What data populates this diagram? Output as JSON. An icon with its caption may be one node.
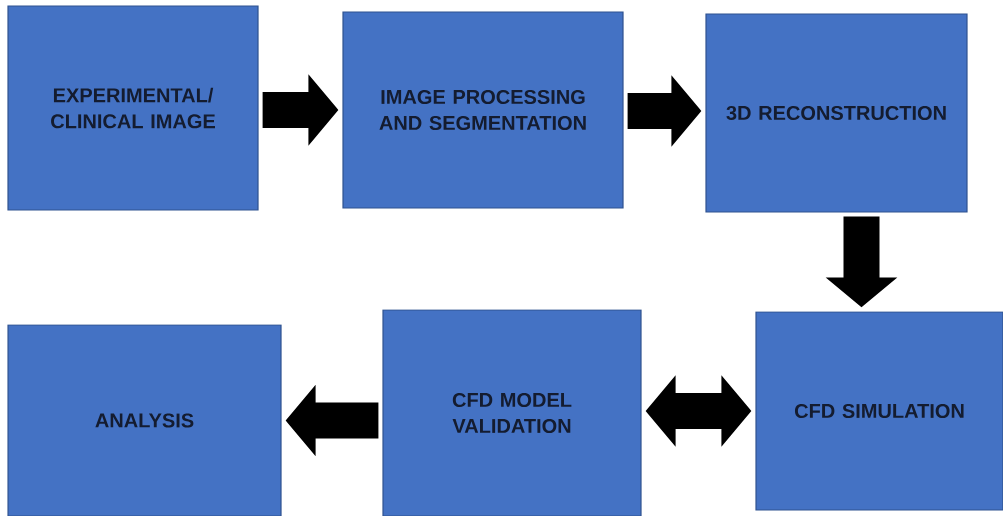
{
  "diagram": {
    "nodes": [
      {
        "text": [
          "EXPERIMENTAL/ CLINICAL IMAGE"
        ]
      },
      {
        "text": [
          "IMAGE PROCESSING AND SEGMENTATION"
        ]
      },
      {
        "text": [
          "3D RECONSTRUCTION"
        ]
      },
      {
        "text": [
          "CFD SIMULATION"
        ]
      },
      {
        "text": [
          "CFD MODEL VALIDATION"
        ]
      },
      {
        "text": [
          "ANALYSIS"
        ]
      }
    ],
    "edges": [
      {
        "from": 0,
        "to": 1,
        "arrow": "to"
      },
      {
        "from": 1,
        "to": 2,
        "arrow": "to"
      },
      {
        "from": 2,
        "to": 3,
        "arrow": "to"
      },
      {
        "from": 4,
        "to": 3,
        "arrow": "both"
      },
      {
        "from": 4,
        "to": 5,
        "arrow": "to"
      }
    ]
  }
}
